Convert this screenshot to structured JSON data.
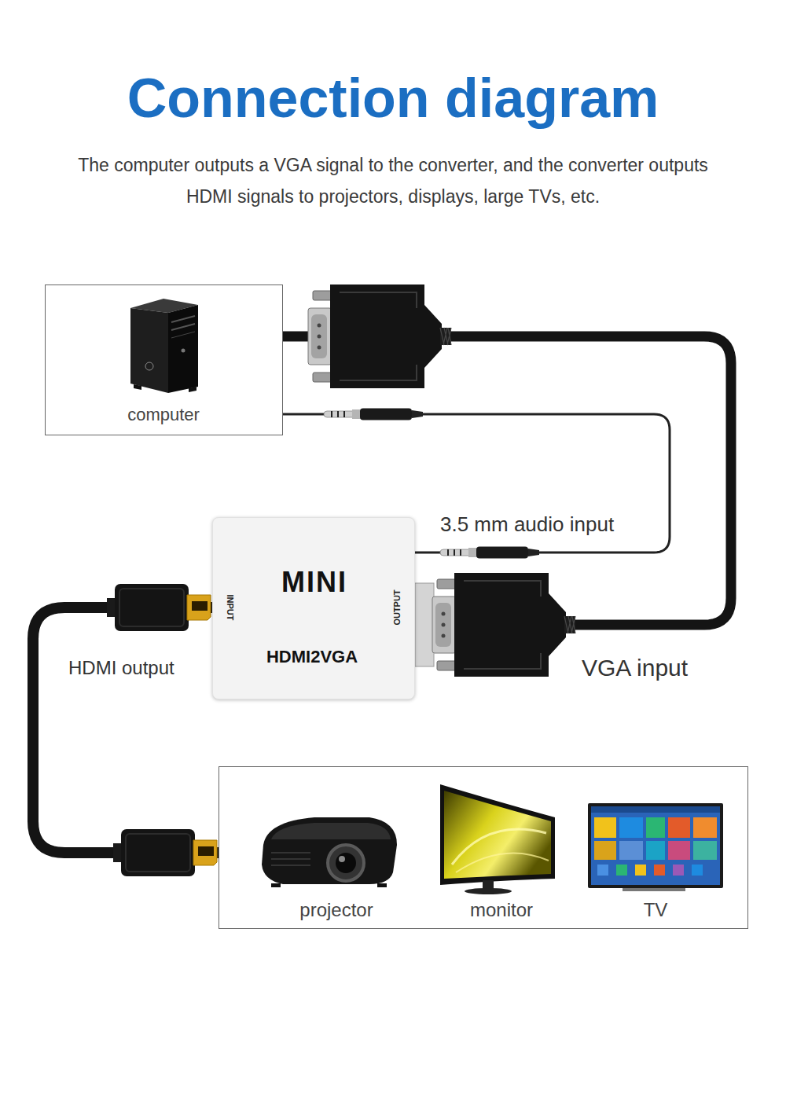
{
  "diagram": {
    "title": "Connection diagram",
    "caption": "The computer outputs a VGA signal to the converter, and the converter outputs HDMI signals to projectors, displays, large TVs, etc.",
    "nodes": [
      {
        "text": [
          "computer"
        ]
      },
      {
        "text": [
          "MINI",
          "HDMI2VGA",
          "INPUT",
          "OUTPUT"
        ]
      },
      {
        "text": [
          "projector",
          "monitor",
          "TV"
        ]
      }
    ],
    "edges": [
      {
        "from": 0,
        "to": 1,
        "arrow": "none"
      },
      {
        "from": 0,
        "to": 1,
        "arrow": "none"
      },
      {
        "from": 1,
        "to": 2,
        "arrow": "none"
      }
    ],
    "labels": [
      "3.5 mm audio input",
      "HDMI output",
      "VGA input"
    ]
  }
}
